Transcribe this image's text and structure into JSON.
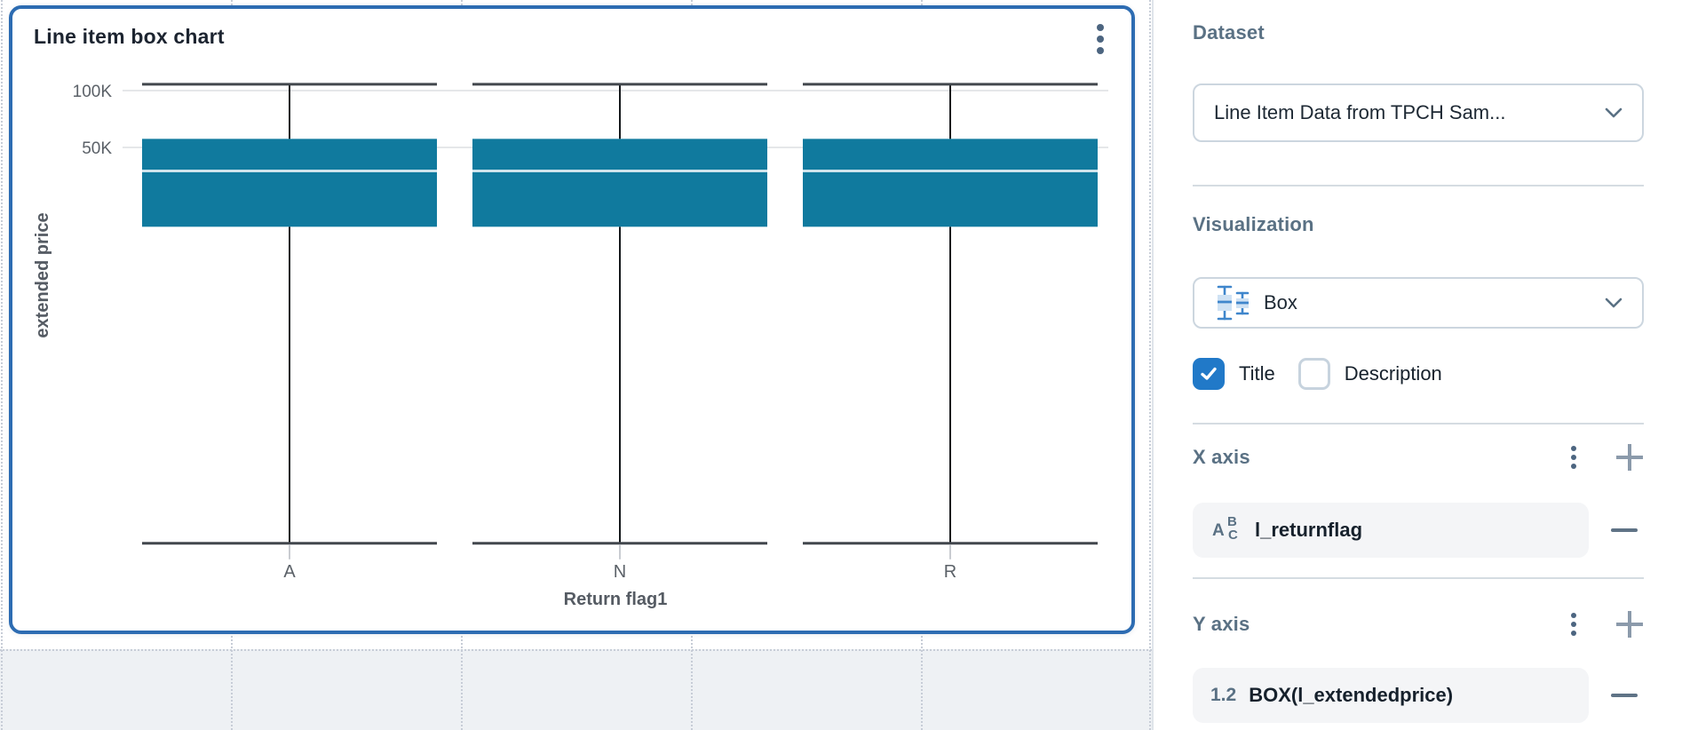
{
  "colors": {
    "card_border": "#2d6cb2",
    "checkbox_blue": "#2179c8",
    "box_fill": "#107a9e",
    "median_line": "#cfe4ec",
    "viz_icon_blue": "#3f86cc",
    "viz_icon_fill": "#cfe2f4"
  },
  "card": {
    "title": "Line item box chart",
    "menu_icon": "kebab-menu-icon"
  },
  "chart_data": {
    "type": "box",
    "title": "Line item box chart",
    "categories": [
      "A",
      "N",
      "R"
    ],
    "series": [
      {
        "category": "A",
        "low": 400,
        "q1": 19000,
        "median": 37500,
        "q3": 55500,
        "high": 108000
      },
      {
        "category": "N",
        "low": 400,
        "q1": 19000,
        "median": 37500,
        "q3": 55500,
        "high": 108000
      },
      {
        "category": "R",
        "low": 400,
        "q1": 19000,
        "median": 37500,
        "q3": 55500,
        "high": 108000
      }
    ],
    "xlabel": "Return flag1",
    "ylabel": "extended price",
    "y_scale": "log",
    "y_ticks": [
      {
        "value": 100000,
        "label": "100K"
      },
      {
        "value": 50000,
        "label": "50K"
      }
    ],
    "ylim": [
      350,
      130000
    ],
    "grid": "horizontal-only",
    "legend": "none"
  },
  "sidebar": {
    "dataset": {
      "heading": "Dataset",
      "value": "Line Item Data from TPCH Sam..."
    },
    "visualization": {
      "heading": "Visualization",
      "value": "Box",
      "icon": "box-plot-icon"
    },
    "display_toggles": {
      "title": {
        "label": "Title",
        "checked": true
      },
      "description": {
        "label": "Description",
        "checked": false
      }
    },
    "x_axis": {
      "heading": "X axis",
      "fields": [
        {
          "name": "l_returnflag",
          "type": "text",
          "icon_letters": {
            "a": "A",
            "b": "B",
            "c": "C"
          }
        }
      ]
    },
    "y_axis": {
      "heading": "Y axis",
      "fields": [
        {
          "name": "BOX(l_extendedprice)",
          "type": "number",
          "icon_text": "1.2"
        }
      ]
    }
  }
}
